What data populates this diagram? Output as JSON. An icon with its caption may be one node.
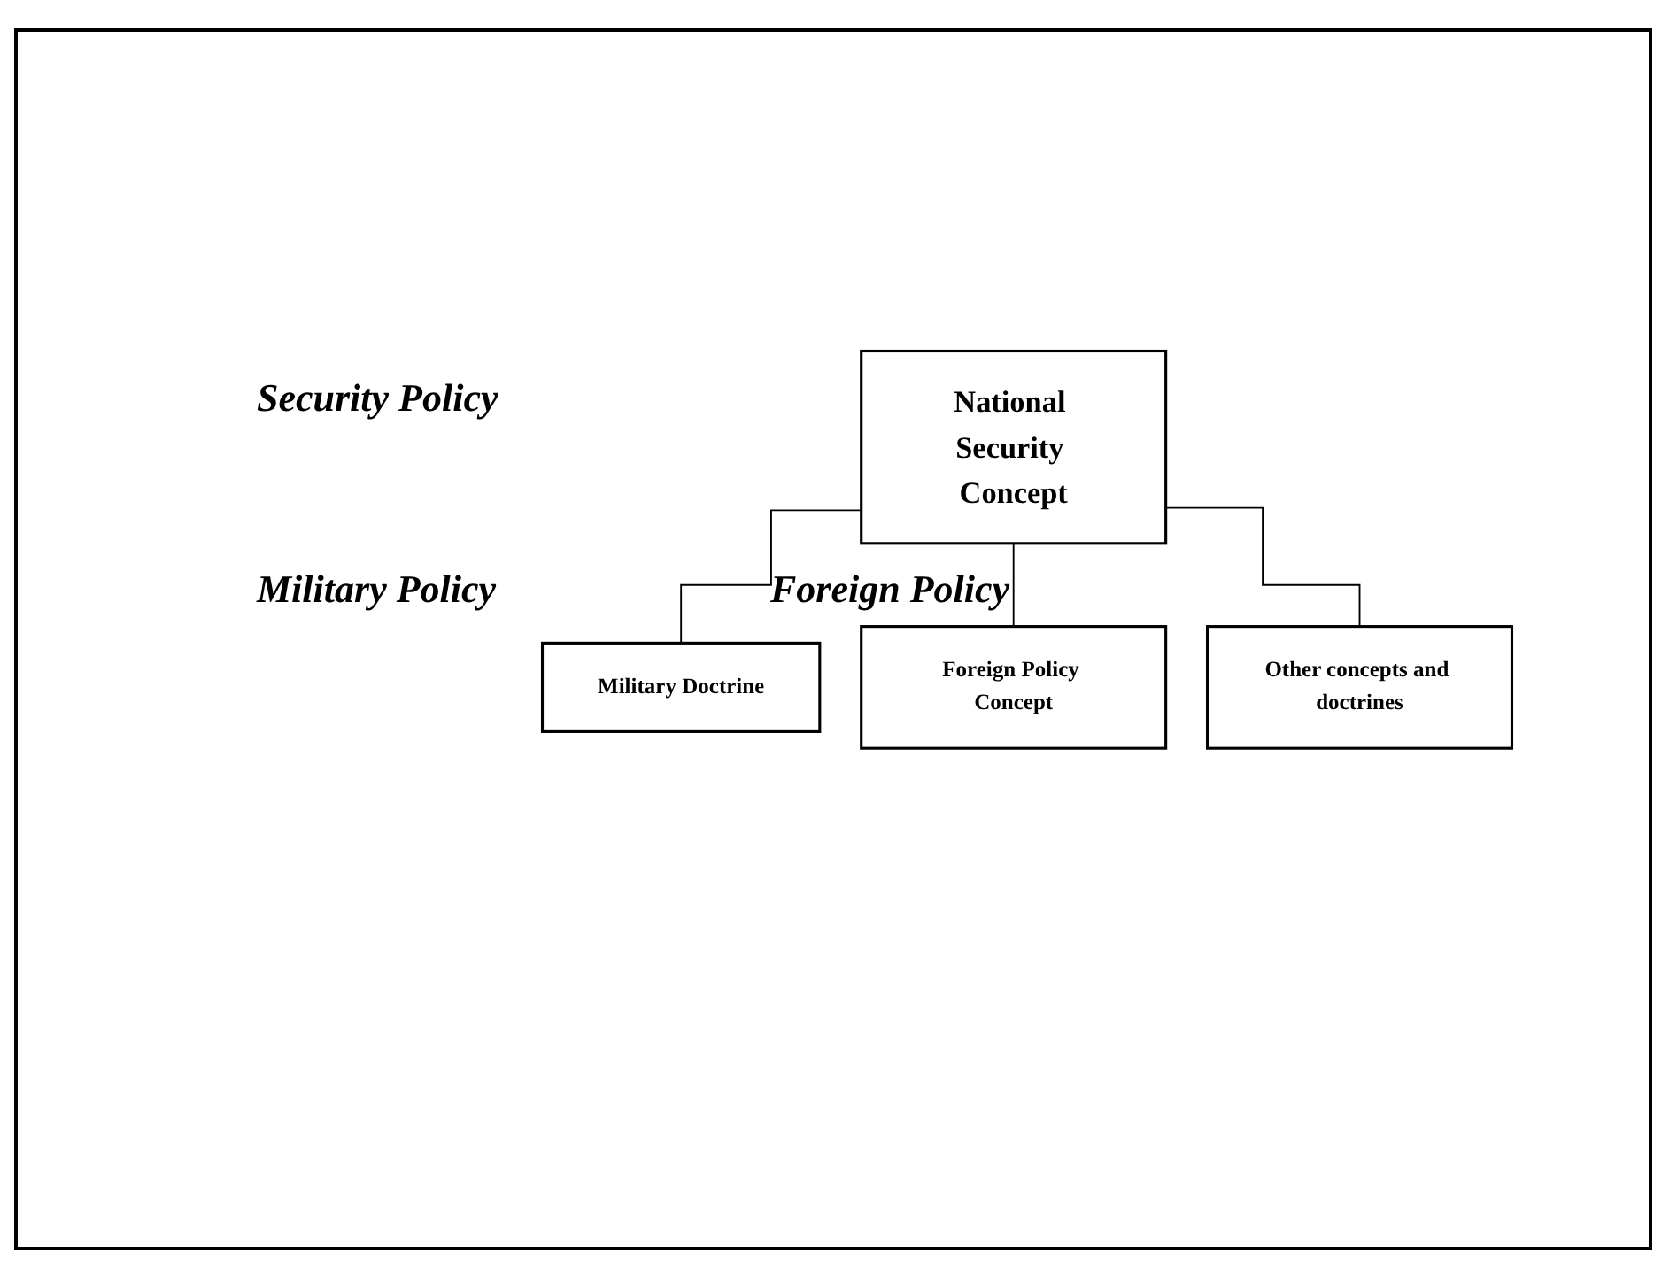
{
  "diagram": {
    "nodes": [
      {
        "text": [
          "National Security Concept"
        ]
      },
      {
        "text": [
          "Military Doctrine"
        ]
      },
      {
        "text": [
          "Foreign Policy Concept"
        ]
      },
      {
        "text": [
          "Other concepts and doctrines"
        ]
      }
    ],
    "edges": [
      {
        "from": 0,
        "to": 1,
        "arrow": "none"
      },
      {
        "from": 0,
        "to": 2,
        "arrow": "none"
      },
      {
        "from": 0,
        "to": 3,
        "arrow": "none"
      }
    ],
    "labels": [
      "Security Policy",
      "Military Policy",
      "Foreign Policy"
    ]
  }
}
